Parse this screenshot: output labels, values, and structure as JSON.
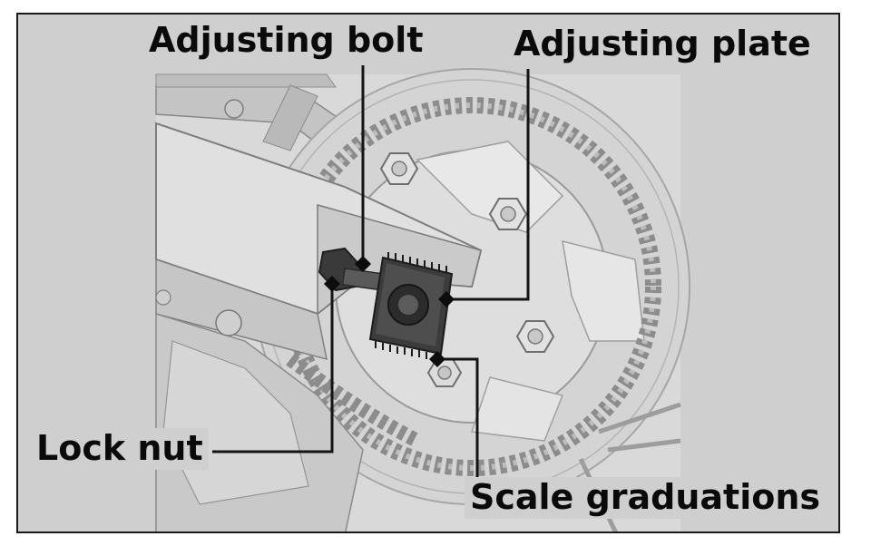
{
  "callouts": {
    "adjusting_bolt": "Adjusting bolt",
    "adjusting_plate": "Adjusting plate",
    "lock_nut": "Lock nut",
    "scale_graduations": "Scale graduations"
  },
  "colors": {
    "frame_background": "#cfcfcf",
    "leader_line": "#141414",
    "label_text": "#0a0a0a",
    "border": "#1a1a1a"
  }
}
